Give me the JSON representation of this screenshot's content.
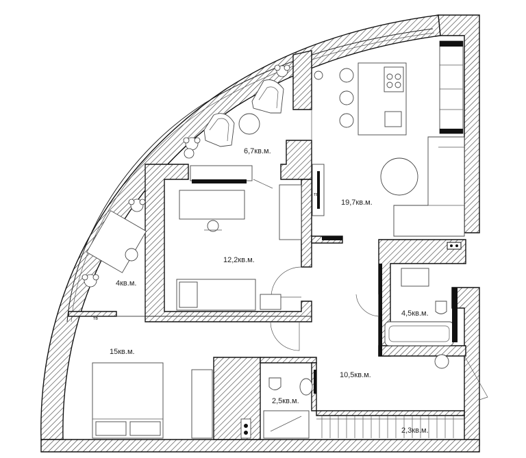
{
  "rooms": [
    {
      "id": "living-kitchen",
      "area": "19,7кв.м."
    },
    {
      "id": "bedroom-small",
      "area": "12,2кв.м."
    },
    {
      "id": "loggia",
      "area": "6,7кв.м."
    },
    {
      "id": "office",
      "area": "4кв.м."
    },
    {
      "id": "master-bedroom",
      "area": "15кв.м."
    },
    {
      "id": "hall",
      "area": "10,5кв.м."
    },
    {
      "id": "bathroom",
      "area": "4,5кв.м."
    },
    {
      "id": "wc",
      "area": "2,5кв.м."
    },
    {
      "id": "storage",
      "area": "2,3кв.м."
    }
  ],
  "tags": {
    "tv_living": "тв",
    "tv_bedroom": "тв"
  }
}
